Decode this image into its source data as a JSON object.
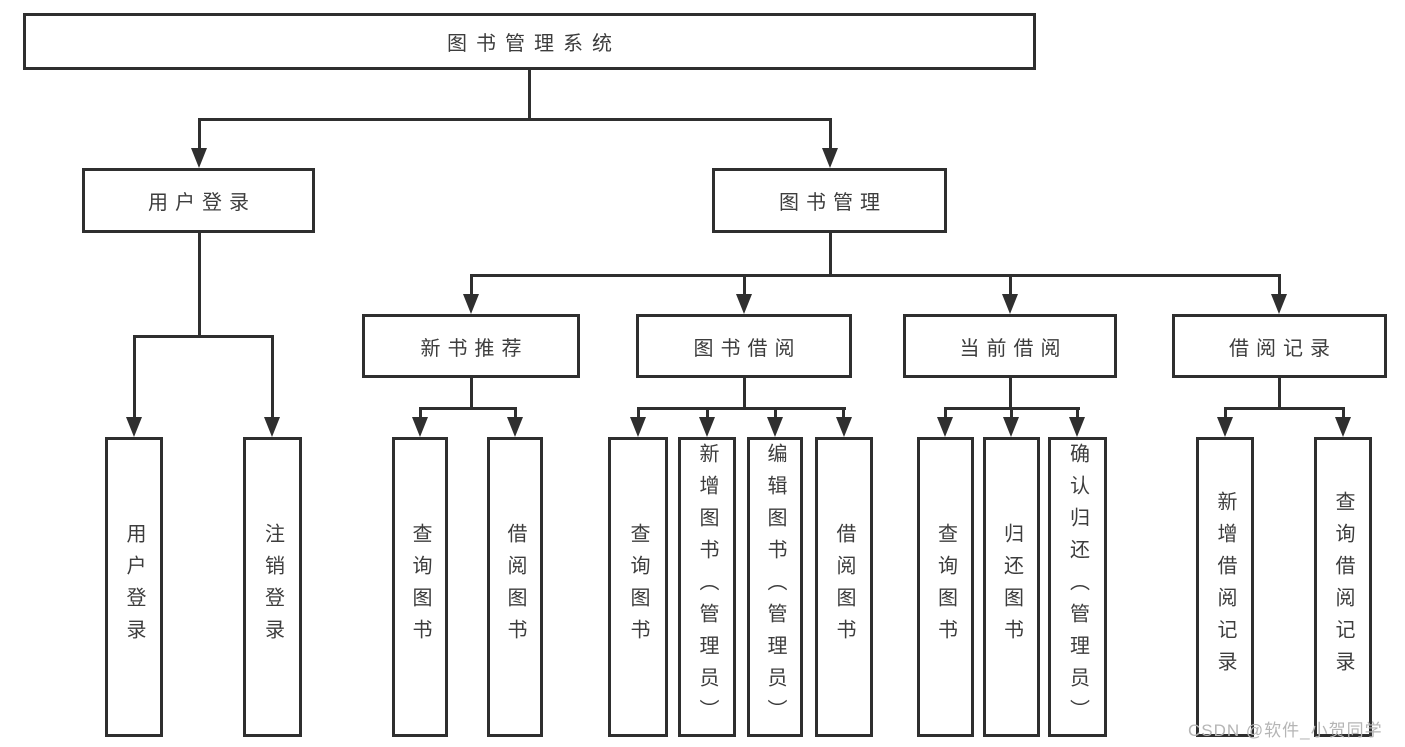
{
  "colors": {
    "line": "#2f2f2f",
    "text": "#3d3d3d",
    "background": "#ffffff",
    "watermark": "#b5b5b5"
  },
  "watermark": {
    "text": "CSDN @软件_小贺同学"
  },
  "tree": {
    "label": "图书管理系统",
    "children": [
      {
        "label": "用户登录",
        "children": [
          {
            "label": "用户登录"
          },
          {
            "label": "注销登录"
          }
        ]
      },
      {
        "label": "图书管理",
        "children": [
          {
            "label": "新书推荐",
            "children": [
              {
                "label": "查询图书"
              },
              {
                "label": "借阅图书"
              }
            ]
          },
          {
            "label": "图书借阅",
            "children": [
              {
                "label": "查询图书"
              },
              {
                "label": "新增图书（管理员）"
              },
              {
                "label": "编辑图书（管理员）"
              },
              {
                "label": "借阅图书"
              }
            ]
          },
          {
            "label": "当前借阅",
            "children": [
              {
                "label": "查询图书"
              },
              {
                "label": "归还图书"
              },
              {
                "label": "确认归还（管理员）"
              }
            ]
          },
          {
            "label": "借阅记录",
            "children": [
              {
                "label": "新增借阅记录"
              },
              {
                "label": "查询借阅记录"
              }
            ]
          }
        ]
      }
    ]
  }
}
